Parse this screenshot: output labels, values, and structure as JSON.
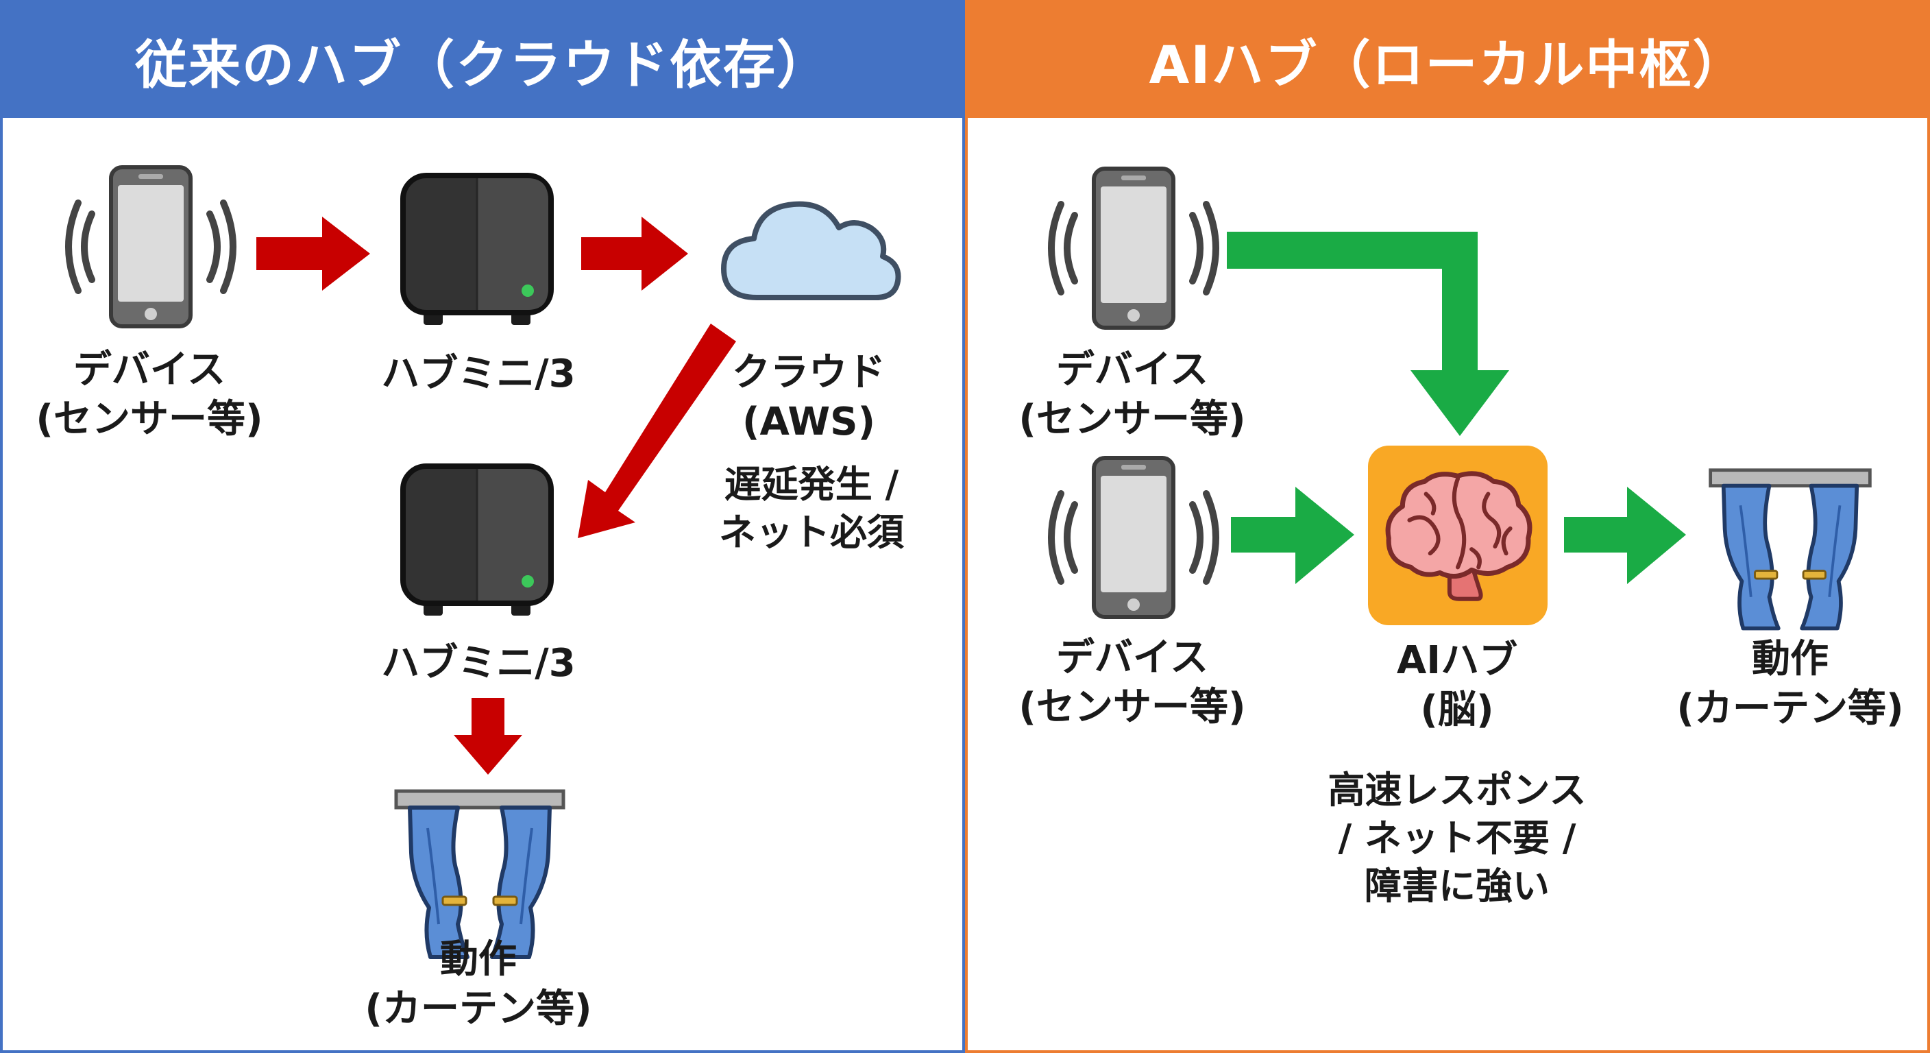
{
  "left_panel": {
    "title": "従来のハブ（クラウド依存）",
    "accent_color": "#4472c4",
    "arrow_color": "#c80000",
    "device": {
      "icon": "smartphone-icon",
      "line1": "デバイス",
      "line2": "(センサー等)"
    },
    "hub_top": {
      "icon": "hub-mini-icon",
      "label": "ハブミニ/3"
    },
    "cloud": {
      "icon": "cloud-icon",
      "line1": "クラウド",
      "line2": "(AWS)",
      "note1": "遅延発生 /",
      "note2": "ネット必須"
    },
    "hub_bottom": {
      "icon": "hub-mini-icon",
      "label": "ハブミニ/3"
    },
    "action": {
      "icon": "curtain-icon",
      "line1": "動作",
      "line2": "(カーテン等)"
    }
  },
  "right_panel": {
    "title": "AIハブ（ローカル中枢）",
    "accent_color": "#ed7d31",
    "arrow_color": "#1aab45",
    "device_top": {
      "icon": "smartphone-icon",
      "line1": "デバイス",
      "line2": "(センサー等)"
    },
    "device_bottom": {
      "icon": "smartphone-icon",
      "line1": "デバイス",
      "line2": "(センサー等)"
    },
    "ai_hub": {
      "icon": "brain-icon",
      "line1": "AIハブ",
      "line2": "(脳)",
      "note1": "高速レスポンス",
      "note2": "/ ネット不要 /",
      "note3": "障害に強い"
    },
    "action": {
      "icon": "curtain-icon",
      "line1": "動作",
      "line2": "(カーテン等)"
    }
  }
}
